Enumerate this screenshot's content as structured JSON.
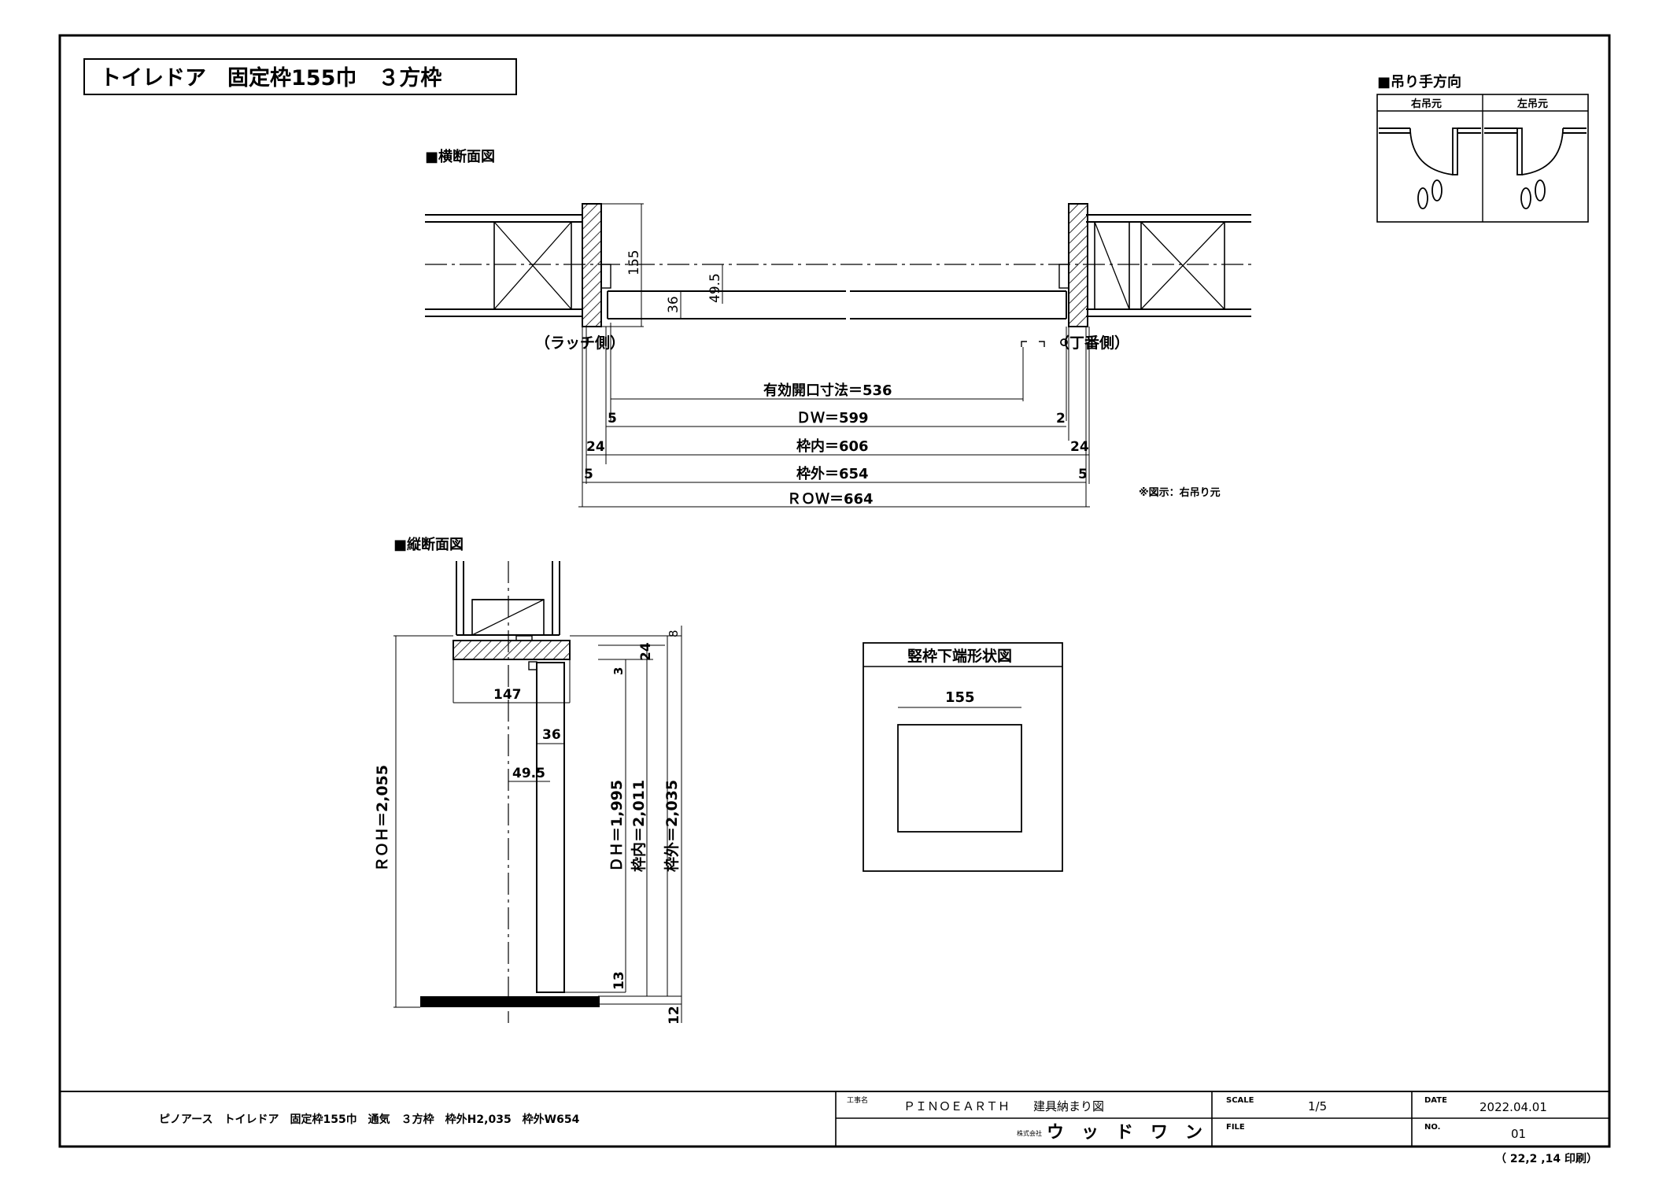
{
  "title": "トイレドア　固定枠155巾　３方枠",
  "sections": {
    "horizontal": "■横断面図",
    "vertical": "■縦断面図",
    "hanging": "■吊り手方向",
    "frame_bottom": "竪枠下端形状図"
  },
  "hanging": {
    "right": "右吊元",
    "left": "左吊元"
  },
  "horizontal": {
    "dim_155": "155",
    "dim_49_5": "49.5",
    "dim_36": "36",
    "latch_label": "（ラッチ側）",
    "hinge_label": "（丁番側）",
    "effective_opening": "有効開口寸法＝536",
    "dw": "ＤＷ＝599",
    "dw_left": "5",
    "dw_right": "2",
    "frame_inner": "枠内＝606",
    "fi_left": "24",
    "fi_right": "24",
    "frame_outer": "枠外＝654",
    "fo_left": "5",
    "fo_right": "5",
    "row": "ＲＯＷ＝664",
    "note": "※図示：右吊り元"
  },
  "vertical": {
    "dim_8": "8",
    "dim_24": "24",
    "dim_3": "3",
    "dim_147": "147",
    "dim_36": "36",
    "dim_49_5": "49.5",
    "roh": "ＲＯＨ＝2,055",
    "dh": "ＤＨ＝1,995",
    "frame_inner": "枠内＝2,011",
    "frame_outer": "枠外＝2,035",
    "dim_13": "13",
    "dim_12": "12"
  },
  "frame_bottom": {
    "dim_155": "155"
  },
  "titleblock": {
    "description": "ピノアース　トイレドア　固定枠155巾　通気　３方枠　枠外H2,035　枠外W654",
    "project_label": "工事名",
    "project_name": "ＰＩＮＯＥＡＲＴＨ　　建具納まり図",
    "company_prefix": "株式会社",
    "company": "ウ　ッ　ド　ワ　ン",
    "scale_label": "SCALE",
    "scale": "1/5",
    "file_label": "FILE",
    "date_label": "DATE",
    "date": "2022.04.01",
    "no_label": "NO.",
    "no": "01",
    "printed": "（ 22,2 ,14 印刷）"
  }
}
